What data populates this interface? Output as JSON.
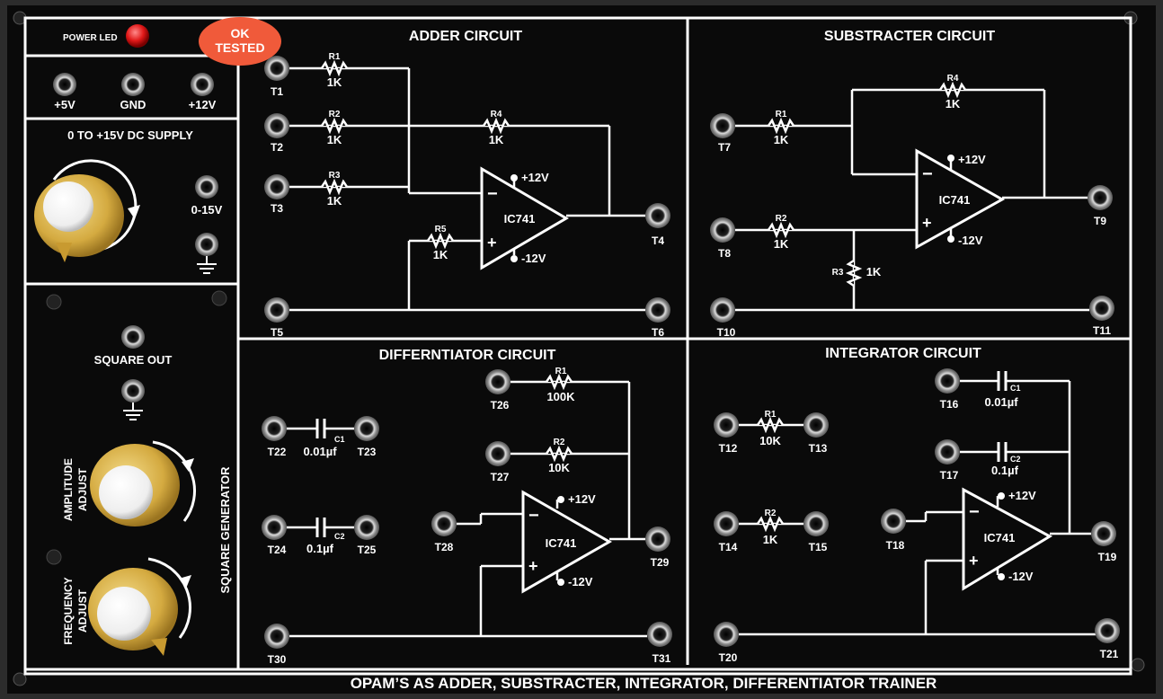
{
  "power_label": "POWER LED",
  "sticker": {
    "line1": "OK",
    "line2": "TESTED"
  },
  "supply": {
    "labels": [
      "+5V",
      "GND",
      "+12V"
    ],
    "dc_title": "0 TO +15V DC SUPPLY",
    "dc_out": "0-15V"
  },
  "square_gen": {
    "title": "SQUARE GENERATOR",
    "out": "SQUARE OUT",
    "amp_line1": "AMPLITUDE",
    "amp_line2": "ADJUST",
    "freq_line1": "FREQUENCY",
    "freq_line2": "ADJUST"
  },
  "adder": {
    "title": "ADDER CIRCUIT",
    "terminals": [
      "T1",
      "T2",
      "T3",
      "T4",
      "T5",
      "T6"
    ],
    "resistors": [
      {
        "name": "R1",
        "value": "1K"
      },
      {
        "name": "R2",
        "value": "1K"
      },
      {
        "name": "R3",
        "value": "1K"
      },
      {
        "name": "R4",
        "value": "1K"
      },
      {
        "name": "R5",
        "value": "1K"
      }
    ],
    "ic": "IC741",
    "vpos": "+12V",
    "vneg": "-12V"
  },
  "subtracter": {
    "title": "SUBSTRACTER CIRCUIT",
    "terminals": [
      "T7",
      "T8",
      "T9",
      "T10",
      "T11"
    ],
    "resistors": [
      {
        "name": "R1",
        "value": "1K"
      },
      {
        "name": "R2",
        "value": "1K"
      },
      {
        "name": "R3",
        "value": "1K"
      },
      {
        "name": "R4",
        "value": "1K"
      }
    ],
    "ic": "IC741",
    "vpos": "+12V",
    "vneg": "-12V"
  },
  "differentiator": {
    "title": "DIFFERNTIATOR CIRCUIT",
    "terminals": [
      "T22",
      "T23",
      "T24",
      "T25",
      "T26",
      "T27",
      "T28",
      "T29",
      "T30",
      "T31"
    ],
    "caps": [
      {
        "name": "C1",
        "value": "0.01µf"
      },
      {
        "name": "C2",
        "value": "0.1µf"
      }
    ],
    "resistors": [
      {
        "name": "R1",
        "value": "100K"
      },
      {
        "name": "R2",
        "value": "10K"
      }
    ],
    "ic": "IC741",
    "vpos": "+12V",
    "vneg": "-12V"
  },
  "integrator": {
    "title": "INTEGRATOR CIRCUIT",
    "terminals": [
      "T12",
      "T13",
      "T14",
      "T15",
      "T16",
      "T17",
      "T18",
      "T19",
      "T20",
      "T21"
    ],
    "caps": [
      {
        "name": "C1",
        "value": "0.01µf"
      },
      {
        "name": "C2",
        "value": "0.1µf"
      }
    ],
    "resistors": [
      {
        "name": "R1",
        "value": "10K"
      },
      {
        "name": "R2",
        "value": "1K"
      }
    ],
    "ic": "IC741",
    "vpos": "+12V",
    "vneg": "-12V"
  },
  "footer": "OPAM’S AS ADDER, SUBSTRACTER, INTEGRATOR, DIFFERENTIATOR  TRAINER",
  "colors": {
    "panel": "#0a0a0a",
    "line": "#ffffff",
    "knob_yellow": "#d8b24a",
    "led": "#e01818",
    "sticker": "#f05a3a"
  }
}
